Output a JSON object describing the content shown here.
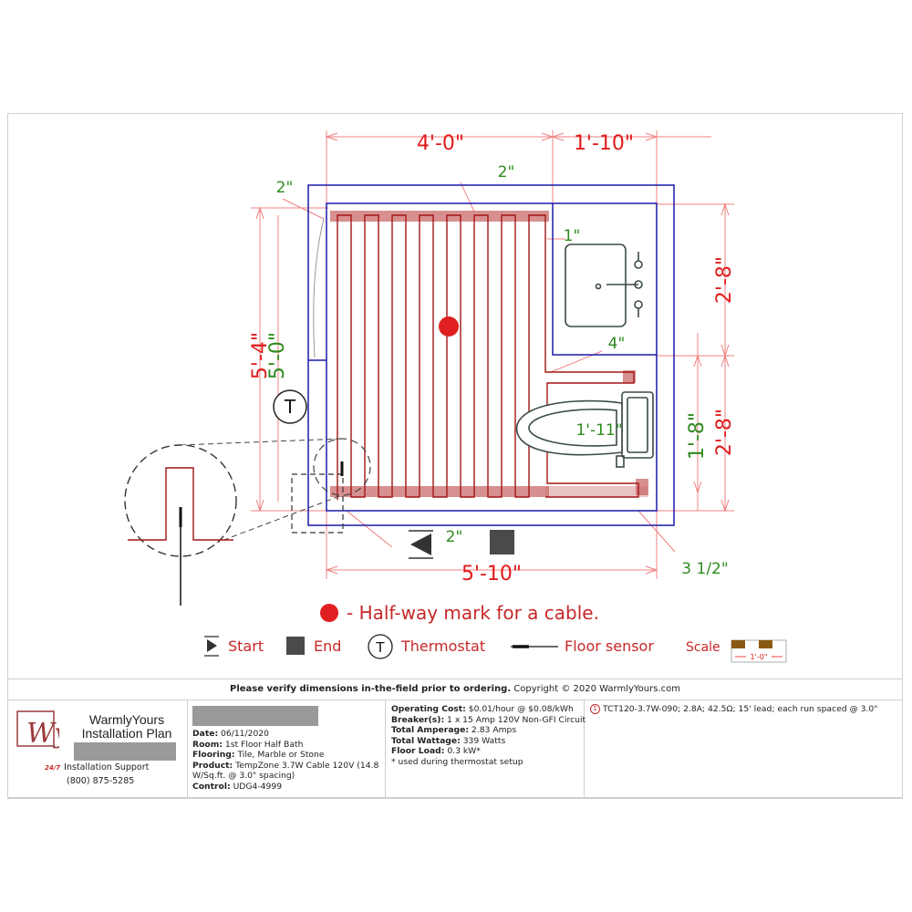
{
  "dimensions": {
    "top_left": "4'-0\"",
    "top_right": "1'-10\"",
    "top_gap": "2\"",
    "left_gap": "2\"",
    "left_outer": "5'-4\"",
    "left_inner": "5'-0\"",
    "vanity_gap": "1\"",
    "vanity_bottom": "4\"",
    "toilet_width": "1'-11\"",
    "right_upper": "2'-8\"",
    "right_lower": "2'-8\"",
    "right_lower_inner": "1'-8\"",
    "bottom_gap": "2\"",
    "bottom_total": "5'-10\"",
    "bottom_right": "3 1/2\""
  },
  "legend": {
    "halfway": "- Half-way mark for a cable.",
    "start": "Start",
    "end": "End",
    "thermostat": "Thermostat",
    "thermostat_symbol": "T",
    "floor_sensor": "Floor sensor",
    "scale": "Scale",
    "scale_unit": "1'-0\""
  },
  "footer": {
    "verify_bold": "Please verify dimensions in-the-field prior to ordering.",
    "copyright": " Copyright © 2020 WarmlyYours.com"
  },
  "brand": {
    "title_line1": "WarmlyYours",
    "title_line2": "Installation Plan",
    "support": "Installation Support",
    "phone": "(800) 875-5285",
    "logo_letters": "Wy",
    "badge": "24/7"
  },
  "plan": {
    "date_label": "Date:",
    "date": " 06/11/2020",
    "room_label": "Room:",
    "room": " 1st Floor Half Bath",
    "flooring_label": "Flooring:",
    "flooring": " Tile, Marble or Stone",
    "product_label": "Product:",
    "product": " TempZone 3.7W Cable 120V (14.8 W/Sq.ft. @ 3.0\" spacing)",
    "control_label": "Control:",
    "control": " UDG4-4999"
  },
  "electrical": {
    "cost_label": "Operating Cost:",
    "cost": " $0.01/hour @ $0.08/kWh",
    "breaker_label": "Breaker(s):",
    "breaker": " 1 x 15 Amp 120V Non-GFI Circuit",
    "amperage_label": "Total Amperage:",
    "amperage": " 2.83 Amps",
    "wattage_label": "Total Wattage:",
    "wattage": " 339 Watts",
    "load_label": "Floor Load:",
    "load": " 0.3 kW*",
    "note": "* used during thermostat setup"
  },
  "circuit": {
    "number": "1",
    "spec": "TCT120-3.7W-090; 2.8A; 42.5Ω; 15' lead; each run spaced @ 3.0\""
  },
  "colors": {
    "dimension_red": "#e01b1b",
    "dimension_green": "#2e8b1e",
    "cable": "#a31515",
    "wall_blue": "#1a1aaa",
    "halfway_dot": "#e02020"
  }
}
